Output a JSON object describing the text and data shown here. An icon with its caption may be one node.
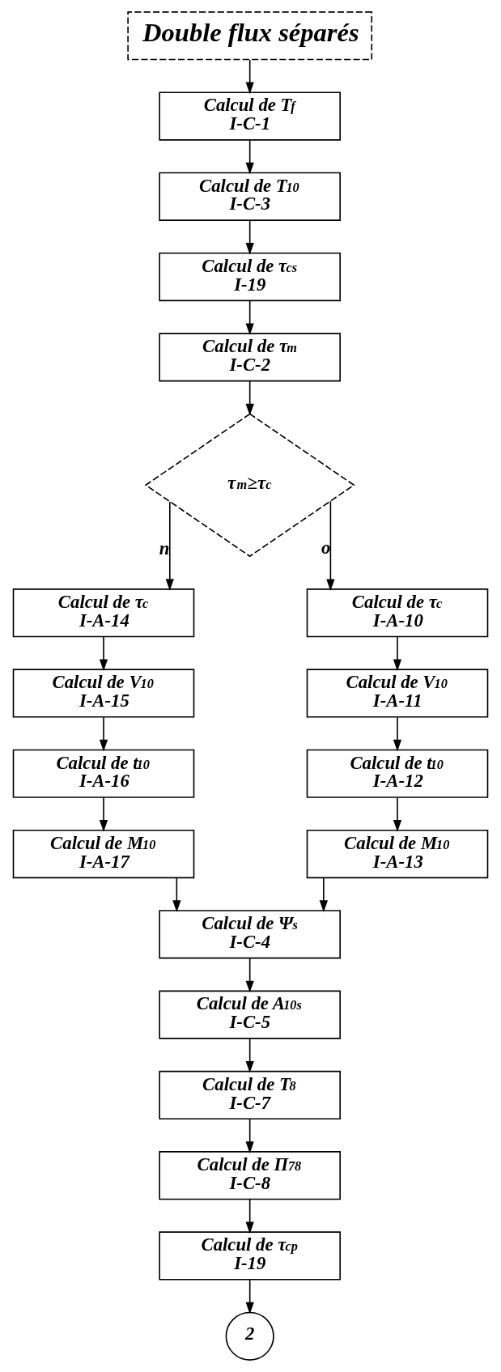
{
  "diagram": {
    "nodes": [
      {
        "text": [
          "Double flux séparés"
        ]
      },
      {
        "text": [
          "Calcul de T$_{f}$",
          "I-C-1"
        ]
      },
      {
        "text": [
          "Calcul de T$_{10}$",
          "I-C-3"
        ]
      },
      {
        "text": [
          "Calcul de τ$_{cs}$",
          "I-19"
        ]
      },
      {
        "text": [
          "Calcul de τ$_{m}$",
          "I-C-2"
        ]
      },
      {
        "text": [
          "τ$_{m}$≥τ$_{c}$"
        ]
      },
      {
        "text": [
          "Calcul de τ$_{c}$",
          "I-A-14"
        ]
      },
      {
        "text": [
          "Calcul de V$_{10}$",
          "I-A-15"
        ]
      },
      {
        "text": [
          "Calcul de t$_{10}$",
          "I-A-16"
        ]
      },
      {
        "text": [
          "Calcul de M$_{10}$",
          "I-A-17"
        ]
      },
      {
        "text": [
          "Calcul de τ$_{c}$",
          "I-A-10"
        ]
      },
      {
        "text": [
          "Calcul de V$_{10}$",
          "I-A-11"
        ]
      },
      {
        "text": [
          "Calcul de t$_{10}$",
          "I-A-12"
        ]
      },
      {
        "text": [
          "Calcul de M$_{10}$",
          "I-A-13"
        ]
      },
      {
        "text": [
          "Calcul de Ψ$_{s}$",
          "I-C-4"
        ]
      },
      {
        "text": [
          "Calcul de A$_{10s}$",
          "I-C-5"
        ]
      },
      {
        "text": [
          "Calcul de T$_{8}$",
          "I-C-7"
        ]
      },
      {
        "text": [
          "Calcul de Π$_{78}$",
          "I-C-8"
        ]
      },
      {
        "text": [
          "Calcul de τ$_{cp}$",
          "I-19"
        ]
      },
      {
        "text": [
          "2"
        ]
      }
    ],
    "edges": [
      {
        "from": 0,
        "to": 1,
        "arrow": "to"
      },
      {
        "from": 1,
        "to": 2,
        "arrow": "to"
      },
      {
        "from": 2,
        "to": 3,
        "arrow": "to"
      },
      {
        "from": 3,
        "to": 4,
        "arrow": "to"
      },
      {
        "from": 4,
        "to": 5,
        "arrow": "to"
      },
      {
        "from": 5,
        "to": 6,
        "arrow": "to",
        "label": "n"
      },
      {
        "from": 6,
        "to": 7,
        "arrow": "to"
      },
      {
        "from": 7,
        "to": 8,
        "arrow": "to"
      },
      {
        "from": 8,
        "to": 9,
        "arrow": "to"
      },
      {
        "from": 5,
        "to": 10,
        "arrow": "to",
        "label": "o"
      },
      {
        "from": 10,
        "to": 11,
        "arrow": "to"
      },
      {
        "from": 11,
        "to": 12,
        "arrow": "to"
      },
      {
        "from": 12,
        "to": 13,
        "arrow": "to"
      },
      {
        "from": 9,
        "to": 14,
        "arrow": "to"
      },
      {
        "from": 13,
        "to": 14,
        "arrow": "to"
      },
      {
        "from": 14,
        "to": 15,
        "arrow": "to"
      },
      {
        "from": 15,
        "to": 16,
        "arrow": "to"
      },
      {
        "from": 16,
        "to": 17,
        "arrow": "to"
      },
      {
        "from": 17,
        "to": 18,
        "arrow": "to"
      },
      {
        "from": 18,
        "to": 19,
        "arrow": "to"
      }
    ]
  }
}
